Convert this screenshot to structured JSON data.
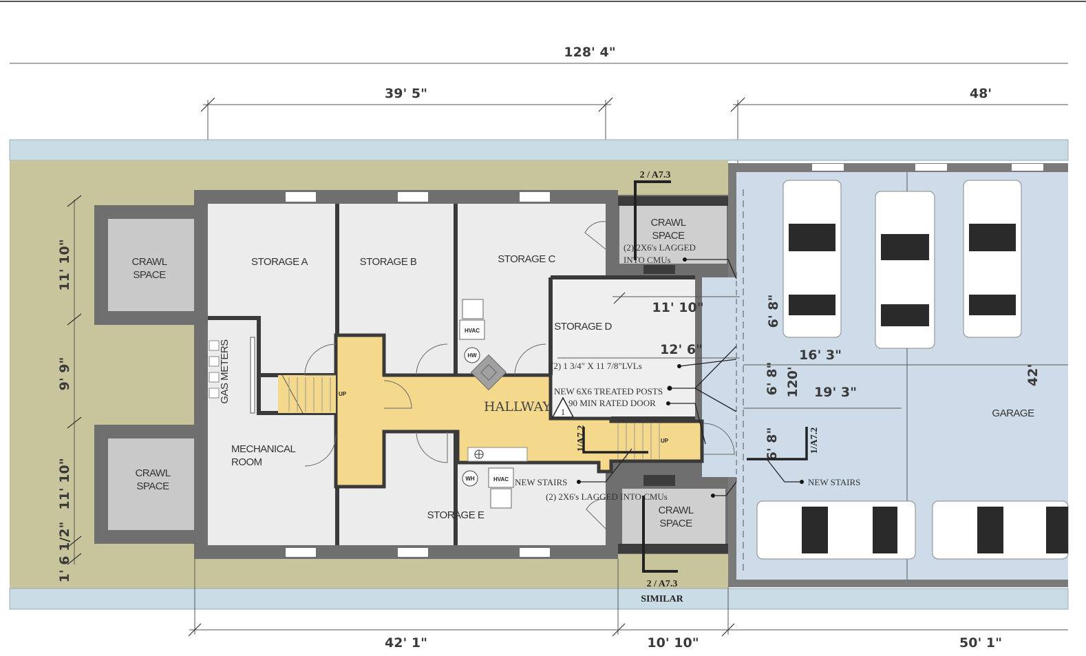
{
  "dimensions": {
    "overall": "128' 4\"",
    "top_left": "39' 5\"",
    "top_right": "48'",
    "bottom_left": "42' 1\"",
    "bottom_mid": "10' 10\"",
    "bottom_right": "50' 1\"",
    "left_1": "11' 10\"",
    "left_2": "9' 9\"",
    "left_3": "11' 10\"",
    "left_4": "1' 6 1/2\"",
    "storage_d_w": "11' 10\"",
    "storage_d_h": "12' 6\"",
    "garage_1": "16' 3\"",
    "garage_2": "19' 3\"",
    "garage_3": "6' 8\"",
    "garage_4": "6' 8\"",
    "garage_5": "6' 8\"",
    "garage_6": "120'",
    "garage_depth": "42'"
  },
  "rooms": {
    "crawl_left_top": [
      "CRAWL",
      "SPACE"
    ],
    "crawl_left_bottom": [
      "CRAWL",
      "SPACE"
    ],
    "crawl_mid_top": [
      "CRAWL",
      "SPACE"
    ],
    "crawl_mid_bottom": [
      "CRAWL",
      "SPACE"
    ],
    "storage_a": "STORAGE A",
    "storage_b": "STORAGE B",
    "storage_c": "STORAGE C",
    "storage_d": "STORAGE D",
    "storage_e": "STORAGE E",
    "mechanical": [
      "MECHANICAL",
      "ROOM"
    ],
    "gas_meters": "GAS METERS",
    "hallway": "HALLWAY",
    "garage": "GARAGE"
  },
  "equipment": {
    "hvac_1": "HVAC",
    "hvac_2": "HVAC",
    "hw": "HW",
    "wh": "WH",
    "up_1": "UP",
    "up_2": "UP"
  },
  "notes": {
    "lagged_top": [
      "(2) 2X6's LAGGED",
      "INTO  CMUs"
    ],
    "lvls": "(2) 1 3/4\" X 11 7/8\"LVLs",
    "posts": "NEW 6X6 TREATED POSTS",
    "door": "90 MIN RATED DOOR",
    "new_stairs_1": "NEW STAIRS",
    "new_stairs_2": "NEW STAIRS",
    "lagged_bottom": "(2) 2X6's LAGGED INTO CMUs",
    "similar": "SIMILAR"
  },
  "references": {
    "section_top": "2 / A7.3",
    "section_bottom": "2 / A7.3",
    "detail_left": "1/A7.2",
    "detail_right": "1/A7.2",
    "revision": "1"
  },
  "colors": {
    "site": "#c8c59c",
    "band": "#c9dbe4",
    "garage": "#cddce8",
    "hallway": "#f4d98c",
    "room": "#ececec",
    "crawl": "#c9c9c9"
  }
}
